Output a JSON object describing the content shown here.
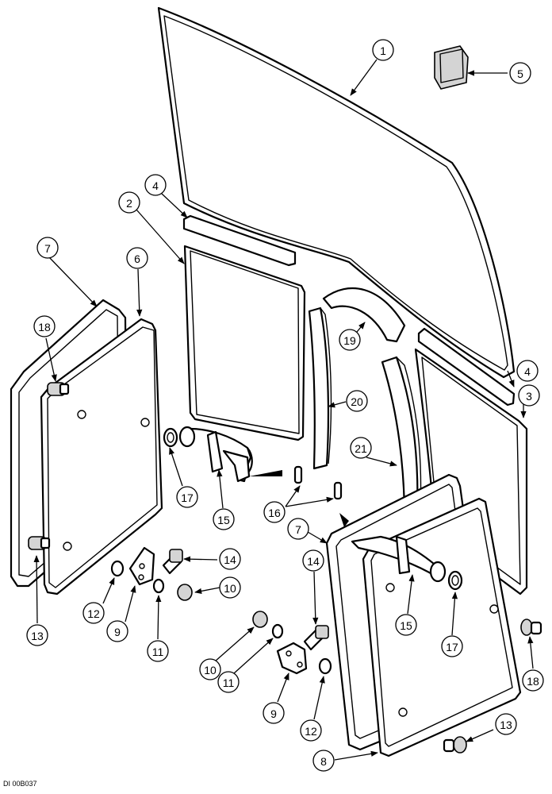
{
  "drawing_code": "DI 00B037",
  "callouts": [
    "1",
    "2",
    "3",
    "4",
    "4",
    "5",
    "6",
    "7",
    "7",
    "8",
    "9",
    "9",
    "10",
    "10",
    "11",
    "11",
    "12",
    "12",
    "13",
    "13",
    "14",
    "14",
    "15",
    "15",
    "16",
    "17",
    "17",
    "18",
    "18",
    "19",
    "20",
    "21"
  ]
}
